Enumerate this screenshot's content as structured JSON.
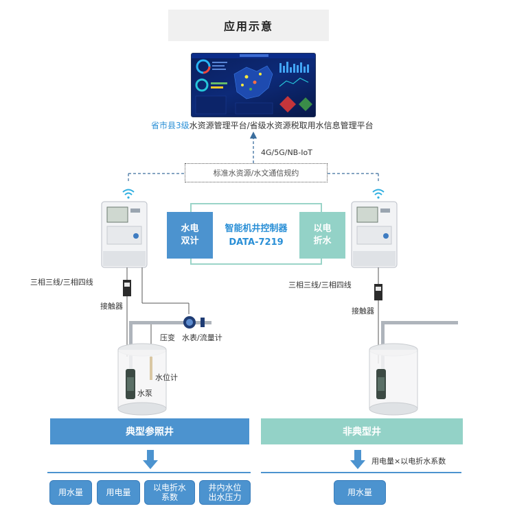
{
  "title": "应用示意",
  "platform": {
    "highlight": "省市县3级",
    "rest": "水资源管理平台/省级水资源税取用水信息管理平台"
  },
  "network": "4G/5G/NB-IoT",
  "protocol": "标准水资源/水文通信规约",
  "controller": {
    "left_block": "水电\n双计",
    "name": "智能机井控制器",
    "model": "DATA-7219",
    "right_block": "以电\n折水"
  },
  "left_well": {
    "wiring": "三相三线/三相四线",
    "contactor": "接触器",
    "pressure": "压变",
    "meter": "水表/流量计",
    "level_gauge": "水位计",
    "pump": "水泵",
    "bar": "典型参照井",
    "outputs": [
      "用水量",
      "用电量",
      "以电折水\n系数",
      "井内水位\n出水压力"
    ]
  },
  "right_well": {
    "wiring": "三相三线/三相四线",
    "contactor": "接触器",
    "bar": "非典型井",
    "formula": "用电量×以电折水系数",
    "outputs": [
      "用水量"
    ]
  },
  "colors": {
    "blue": "#4c93cf",
    "teal": "#93d2c7",
    "accent": "#2a8fd6"
  }
}
